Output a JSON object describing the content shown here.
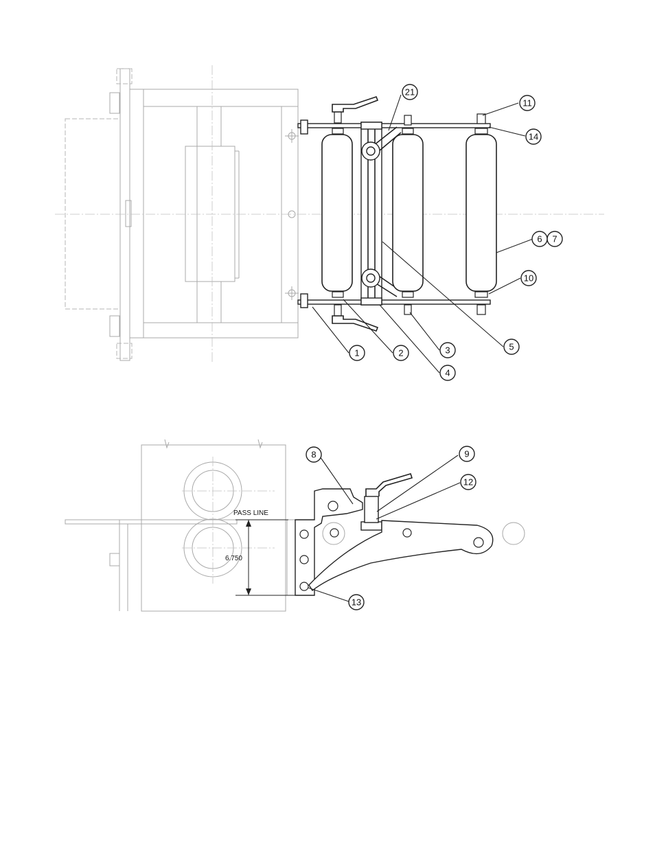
{
  "balloons": [
    "21",
    "11",
    "14",
    "6",
    "7",
    "10",
    "1",
    "2",
    "3",
    "4",
    "5",
    "8",
    "9",
    "12",
    "13"
  ],
  "annotations": {
    "pass_line": "PASS LINE",
    "dimension": "6.750"
  }
}
